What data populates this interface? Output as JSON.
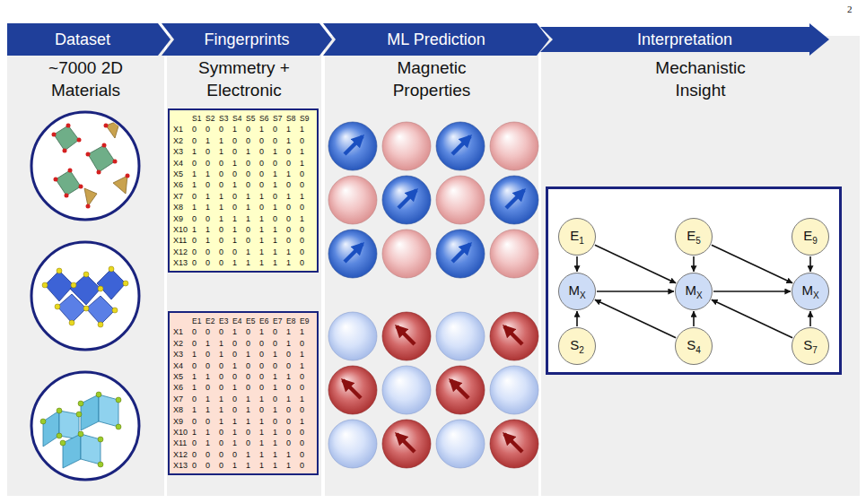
{
  "diagram": {
    "nodes": [
      {
        "text": [
          "Dataset"
        ]
      },
      {
        "text": [
          "Fingerprints"
        ]
      },
      {
        "text": [
          "ML Prediction"
        ]
      },
      {
        "text": [
          "Interpretation"
        ]
      },
      {
        "text": [
          "~7000 2D Materials"
        ]
      },
      {
        "text": [
          "Symmetry + Electronic"
        ]
      },
      {
        "text": [
          "Magnetic Properties"
        ]
      },
      {
        "text": [
          "Mechanistic Insight"
        ]
      },
      {
        "text": [
          "E1"
        ],
        "in": 7
      },
      {
        "text": [
          "E5"
        ],
        "in": 7
      },
      {
        "text": [
          "E9"
        ],
        "in": 7
      },
      {
        "text": [
          "MX"
        ],
        "in": 7
      },
      {
        "text": [
          "MX"
        ],
        "in": 7
      },
      {
        "text": [
          "MX"
        ],
        "in": 7
      },
      {
        "text": [
          "S2"
        ],
        "in": 7
      },
      {
        "text": [
          "S4"
        ],
        "in": 7
      },
      {
        "text": [
          "S7"
        ],
        "in": 7
      }
    ],
    "edges": [
      {
        "from": 8,
        "to": 11,
        "arrow": "to"
      },
      {
        "from": 8,
        "to": 12,
        "arrow": "to"
      },
      {
        "from": 9,
        "to": 12,
        "arrow": "to"
      },
      {
        "from": 9,
        "to": 13,
        "arrow": "to"
      },
      {
        "from": 10,
        "to": 13,
        "arrow": "to"
      },
      {
        "from": 11,
        "to": 12,
        "arrow": "to"
      },
      {
        "from": 12,
        "to": 13,
        "arrow": "to"
      },
      {
        "from": 14,
        "to": 11,
        "arrow": "to"
      },
      {
        "from": 15,
        "to": 12,
        "arrow": "to"
      },
      {
        "from": 15,
        "to": 11,
        "arrow": "to"
      },
      {
        "from": 16,
        "to": 13,
        "arrow": "to"
      },
      {
        "from": 16,
        "to": 12,
        "arrow": "to"
      }
    ],
    "labels": [
      "2",
      "S1",
      "S2",
      "S3",
      "S4",
      "S5",
      "S6",
      "S7",
      "S8",
      "S9",
      "X1",
      "0",
      "0",
      "0",
      "1",
      "0",
      "1",
      "0",
      "1",
      "1",
      "X2",
      "0",
      "1",
      "1",
      "0",
      "0",
      "0",
      "0",
      "1",
      "0",
      "X3",
      "1",
      "0",
      "1",
      "0",
      "1",
      "0",
      "1",
      "0",
      "1",
      "X4",
      "0",
      "0",
      "0",
      "1",
      "0",
      "0",
      "0",
      "0",
      "1",
      "X5",
      "1",
      "1",
      "0",
      "0",
      "0",
      "0",
      "1",
      "1",
      "0",
      "X6",
      "1",
      "0",
      "0",
      "1",
      "0",
      "0",
      "1",
      "0",
      "0",
      "X7",
      "0",
      "1",
      "1",
      "0",
      "1",
      "1",
      "0",
      "1",
      "1",
      "X8",
      "1",
      "1",
      "1",
      "0",
      "1",
      "0",
      "1",
      "0",
      "0",
      "X9",
      "0",
      "0",
      "1",
      "1",
      "1",
      "1",
      "0",
      "0",
      "1",
      "X10",
      "1",
      "1",
      "0",
      "1",
      "0",
      "1",
      "1",
      "0",
      "0",
      "X11",
      "0",
      "1",
      "0",
      "1",
      "0",
      "1",
      "1",
      "0",
      "0",
      "X12",
      "0",
      "0",
      "0",
      "0",
      "1",
      "1",
      "1",
      "1",
      "0",
      "X13",
      "0",
      "0",
      "0",
      "1",
      "1",
      "1",
      "1",
      "1",
      "0",
      "E1",
      "E2",
      "E3",
      "E4",
      "E5",
      "E6",
      "E7",
      "E8",
      "E9",
      "X1",
      "0",
      "0",
      "0",
      "1",
      "0",
      "1",
      "0",
      "1",
      "1",
      "X2",
      "0",
      "1",
      "1",
      "0",
      "0",
      "0",
      "0",
      "1",
      "0",
      "X3",
      "1",
      "0",
      "1",
      "0",
      "1",
      "0",
      "1",
      "0",
      "1",
      "X4",
      "0",
      "0",
      "0",
      "1",
      "0",
      "0",
      "0",
      "0",
      "1",
      "X5",
      "1",
      "1",
      "0",
      "0",
      "0",
      "0",
      "1",
      "1",
      "0",
      "X6",
      "1",
      "0",
      "0",
      "1",
      "0",
      "0",
      "1",
      "0",
      "0",
      "X7",
      "0",
      "1",
      "1",
      "0",
      "1",
      "1",
      "0",
      "1",
      "1",
      "X8",
      "1",
      "1",
      "1",
      "0",
      "1",
      "0",
      "1",
      "0",
      "0",
      "X9",
      "0",
      "0",
      "1",
      "1",
      "1",
      "1",
      "0",
      "0",
      "1",
      "X10",
      "1",
      "1",
      "0",
      "1",
      "0",
      "1",
      "1",
      "0",
      "0",
      "X11",
      "0",
      "1",
      "0",
      "1",
      "0",
      "1",
      "1",
      "0",
      "0",
      "X12",
      "0",
      "0",
      "0",
      "0",
      "1",
      "1",
      "1",
      "1",
      "0",
      "X13",
      "0",
      "0",
      "0",
      "1",
      "1",
      "1",
      "1",
      "1",
      "0"
    ]
  }
}
